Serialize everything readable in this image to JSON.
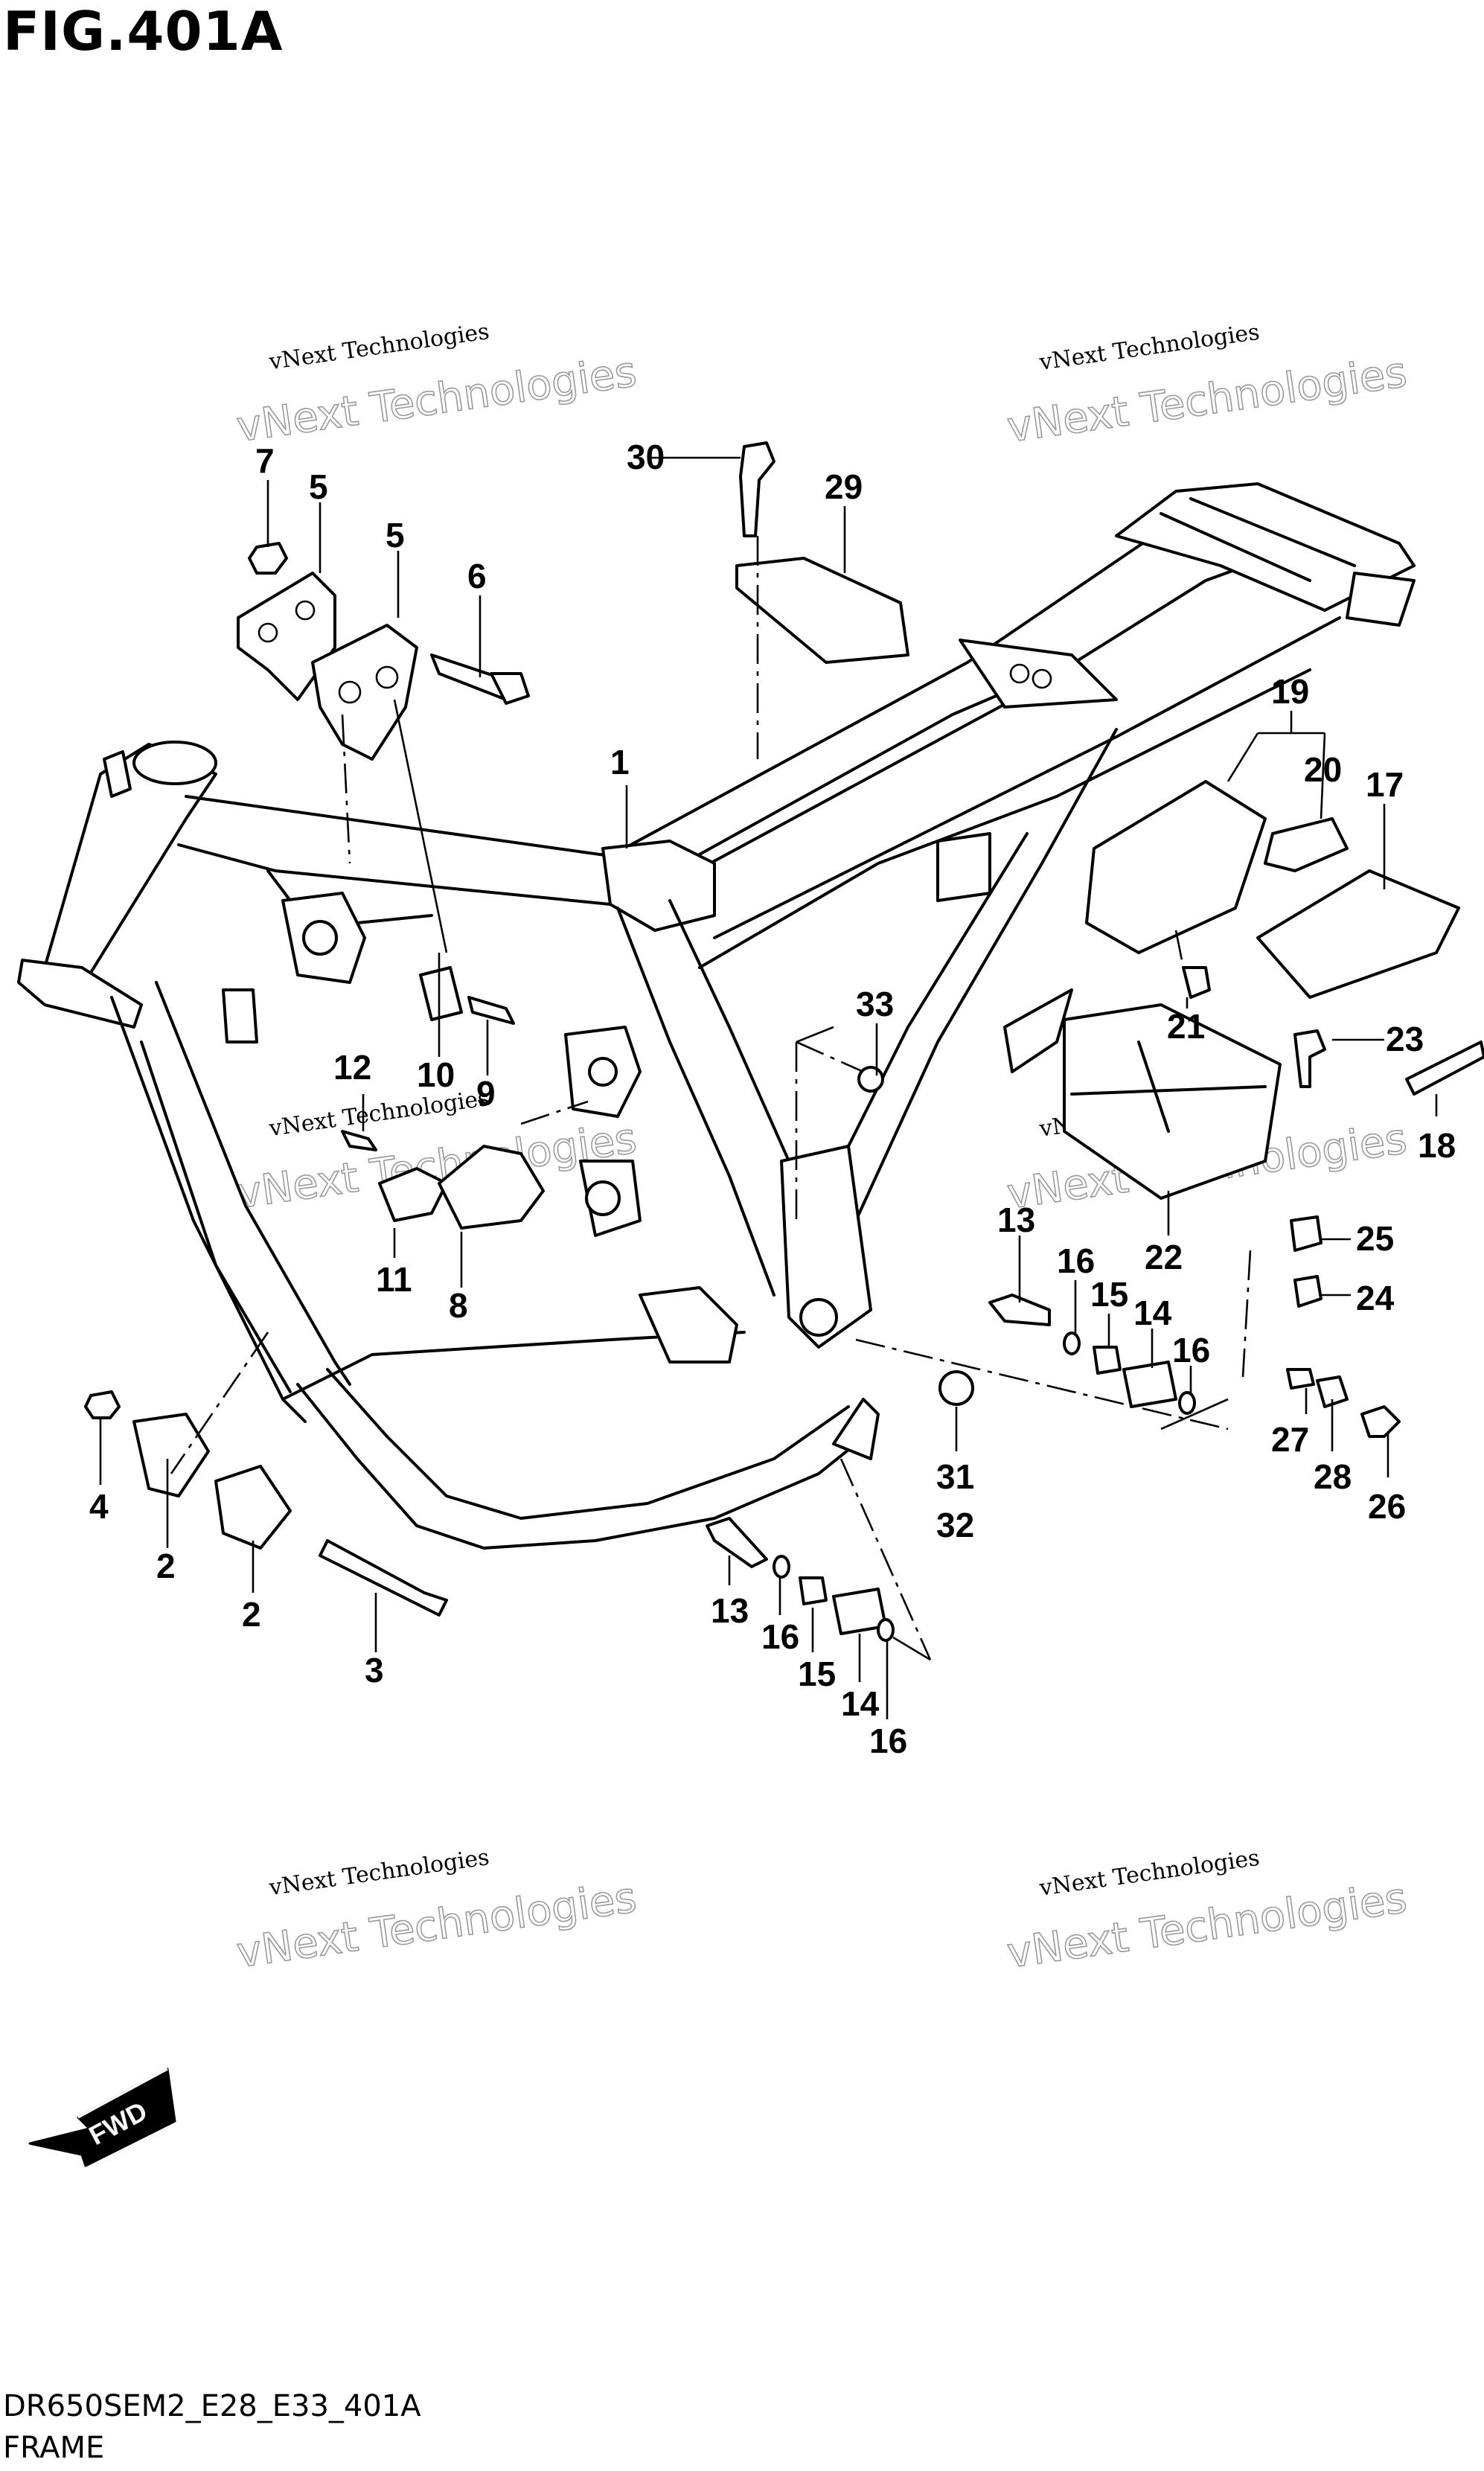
{
  "header": {
    "title": "FIG.401A"
  },
  "footer": {
    "code": "DR650SEM2_E28_E33_401A",
    "caption": "FRAME"
  },
  "watermark": {
    "line1": "vNext Technologies",
    "line2": "vNext Technologies"
  },
  "fwd_label": "FWD",
  "callouts": [
    "1",
    "2",
    "2",
    "3",
    "4",
    "5",
    "5",
    "6",
    "7",
    "8",
    "9",
    "10",
    "11",
    "12",
    "13",
    "13",
    "14",
    "14",
    "15",
    "15",
    "16",
    "16",
    "16",
    "16",
    "17",
    "18",
    "19",
    "20",
    "21",
    "22",
    "23",
    "24",
    "25",
    "26",
    "27",
    "28",
    "29",
    "30",
    "31",
    "32",
    "33"
  ]
}
